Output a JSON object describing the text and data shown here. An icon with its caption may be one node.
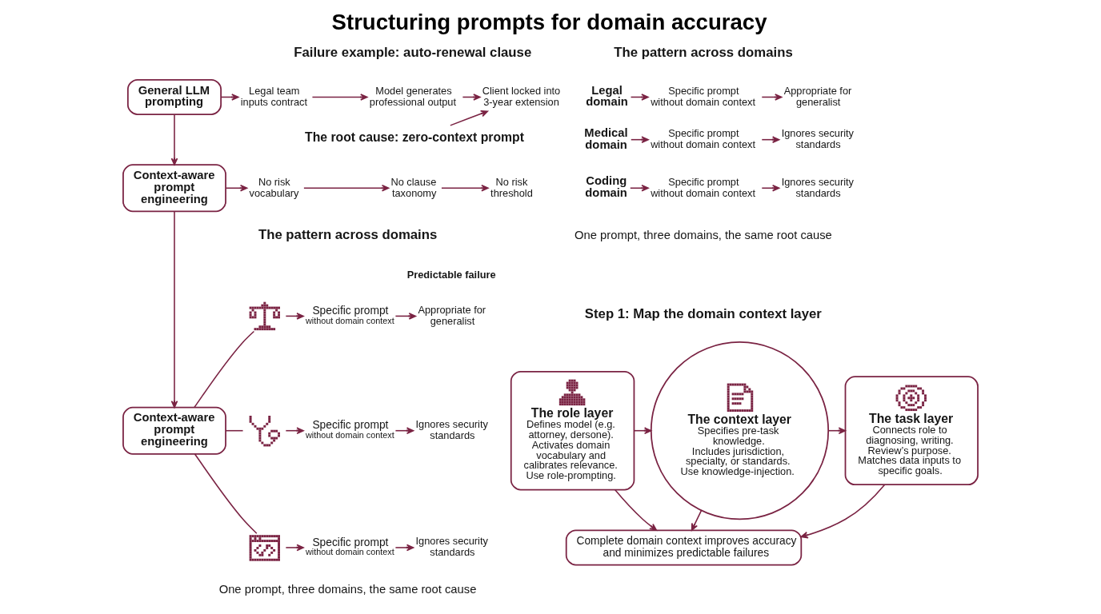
{
  "diagram": {
    "title": "Structuring prompts for domain accuracy",
    "nodes": [
      {
        "text": [
          "General LLM prompting"
        ]
      },
      {
        "text": [
          "Legal team inputs contract"
        ]
      },
      {
        "text": [
          "Model generates professional output"
        ]
      },
      {
        "text": [
          "Client locked into 3-year extension"
        ]
      },
      {
        "text": [
          "The root cause: zero-context prompt"
        ]
      },
      {
        "text": [
          "Context-aware prompt engineering"
        ]
      },
      {
        "text": [
          "No risk vocabulary"
        ]
      },
      {
        "text": [
          "No clause taxonomy"
        ]
      },
      {
        "text": [
          "No risk threshold"
        ]
      },
      {
        "text": [
          "Context-aware prompt engineering"
        ]
      },
      {
        "text": [],
        "shape": "picture"
      },
      {
        "text": [
          "Specific prompt",
          "without domain context"
        ]
      },
      {
        "text": [
          "Appropriate for generalist"
        ]
      },
      {
        "text": [],
        "shape": "picture"
      },
      {
        "text": [
          "Specific prompt",
          "without domain context"
        ]
      },
      {
        "text": [
          "Ignores security standards"
        ]
      },
      {
        "text": [],
        "shape": "picture"
      },
      {
        "text": [
          "Specific prompt",
          "without domain context"
        ]
      },
      {
        "text": [
          "Ignores security standards"
        ]
      },
      {
        "text": [
          "Legal domain"
        ]
      },
      {
        "text": [
          "Specific prompt without domain context"
        ]
      },
      {
        "text": [
          "Appropriate for generalist"
        ]
      },
      {
        "text": [
          "Medical domain"
        ]
      },
      {
        "text": [
          "Specific prompt without domain context"
        ]
      },
      {
        "text": [
          "Ignores security standards"
        ]
      },
      {
        "text": [
          "Coding domain"
        ]
      },
      {
        "text": [
          "Specific prompt without domain context"
        ]
      },
      {
        "text": [
          "Ignores security standards"
        ]
      },
      {
        "text": [
          "The role layer",
          "Defines model (e.g. attorney, dersone).",
          "Activates domain vocabulary and calibrates relevance.",
          "Use role-prompting."
        ]
      },
      {
        "text": [
          "The context layer",
          "Specifies pre-task knowledge.",
          "Includes jurisdiction, specialty, or standards.",
          "Use knowledge-injection."
        ]
      },
      {
        "text": [
          "The task layer",
          "Connects role to diagnosing, writing.",
          "Review’s purpose.",
          "Matches data inputs to specific goals."
        ]
      },
      {
        "text": [
          "Complete domain context improves accuracy and minimizes predictable failures"
        ]
      }
    ],
    "edges": [
      {
        "from": 0,
        "to": 1,
        "arrow": "to"
      },
      {
        "from": 1,
        "to": 2,
        "arrow": "to"
      },
      {
        "from": 2,
        "to": 3,
        "arrow": "to"
      },
      {
        "from": 4,
        "to": 3,
        "arrow": "to"
      },
      {
        "from": 0,
        "to": 5,
        "arrow": "to"
      },
      {
        "from": 5,
        "to": 6,
        "arrow": "to"
      },
      {
        "from": 6,
        "to": 7,
        "arrow": "to"
      },
      {
        "from": 7,
        "to": 8,
        "arrow": "to"
      },
      {
        "from": 5,
        "to": 9,
        "arrow": "to"
      },
      {
        "from": 9,
        "to": 10,
        "arrow": "none"
      },
      {
        "from": 9,
        "to": 13,
        "arrow": "none"
      },
      {
        "from": 9,
        "to": 16,
        "arrow": "none"
      },
      {
        "from": 10,
        "to": 11,
        "arrow": "to"
      },
      {
        "from": 11,
        "to": 12,
        "arrow": "to"
      },
      {
        "from": 13,
        "to": 14,
        "arrow": "to"
      },
      {
        "from": 14,
        "to": 15,
        "arrow": "to"
      },
      {
        "from": 16,
        "to": 17,
        "arrow": "to"
      },
      {
        "from": 17,
        "to": 18,
        "arrow": "to"
      },
      {
        "from": 19,
        "to": 20,
        "arrow": "to"
      },
      {
        "from": 20,
        "to": 21,
        "arrow": "to"
      },
      {
        "from": 22,
        "to": 23,
        "arrow": "to"
      },
      {
        "from": 23,
        "to": 24,
        "arrow": "to"
      },
      {
        "from": 25,
        "to": 26,
        "arrow": "to"
      },
      {
        "from": 26,
        "to": 27,
        "arrow": "to"
      },
      {
        "from": 28,
        "to": 29,
        "arrow": "to"
      },
      {
        "from": 29,
        "to": 30,
        "arrow": "to"
      },
      {
        "from": 28,
        "to": 31,
        "arrow": "to"
      },
      {
        "from": 29,
        "to": 31,
        "arrow": "to"
      },
      {
        "from": 30,
        "to": 31,
        "arrow": "to"
      }
    ],
    "labels": [
      "Failure example: auto-renewal clause",
      "The pattern across domains",
      "Predictable failure",
      "One prompt, three domains, the same root cause",
      "The pattern across domains",
      "One prompt, three domains, the same root cause",
      "Step 1: Map the domain context layer"
    ]
  }
}
